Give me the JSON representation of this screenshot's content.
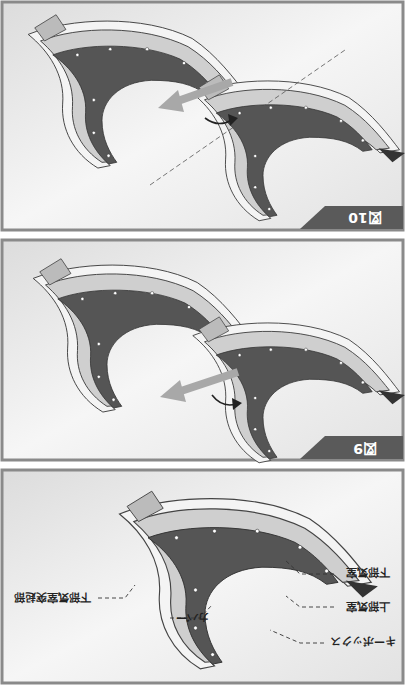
{
  "diagram": {
    "labels": [
      "キーボックス",
      "上部気室",
      "カバー",
      "下部気室突起部",
      "下部気室",
      "図9",
      "図10"
    ]
  }
}
